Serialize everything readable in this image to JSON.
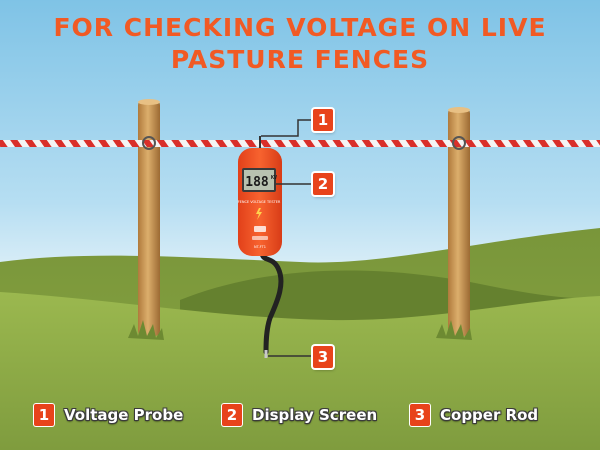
{
  "title": {
    "line1": "FOR CHECKING VOLTAGE ON LIVE",
    "line2": "PASTURE FENCES"
  },
  "device": {
    "screen_value": "188",
    "screen_unit": "KV",
    "brand_text": "FENCE VOLTAGE TESTER",
    "model_text": "NT-FT1"
  },
  "callouts": {
    "probe": "1",
    "screen": "2",
    "rod": "3"
  },
  "legend": [
    {
      "num": "1",
      "label": "Voltage Probe"
    },
    {
      "num": "2",
      "label": "Display Screen"
    },
    {
      "num": "3",
      "label": "Copper Rod"
    }
  ],
  "colors": {
    "accent": "#e8431b",
    "title": "#f15a24",
    "device_body": "#f04e23",
    "grass": "#8aa543"
  }
}
